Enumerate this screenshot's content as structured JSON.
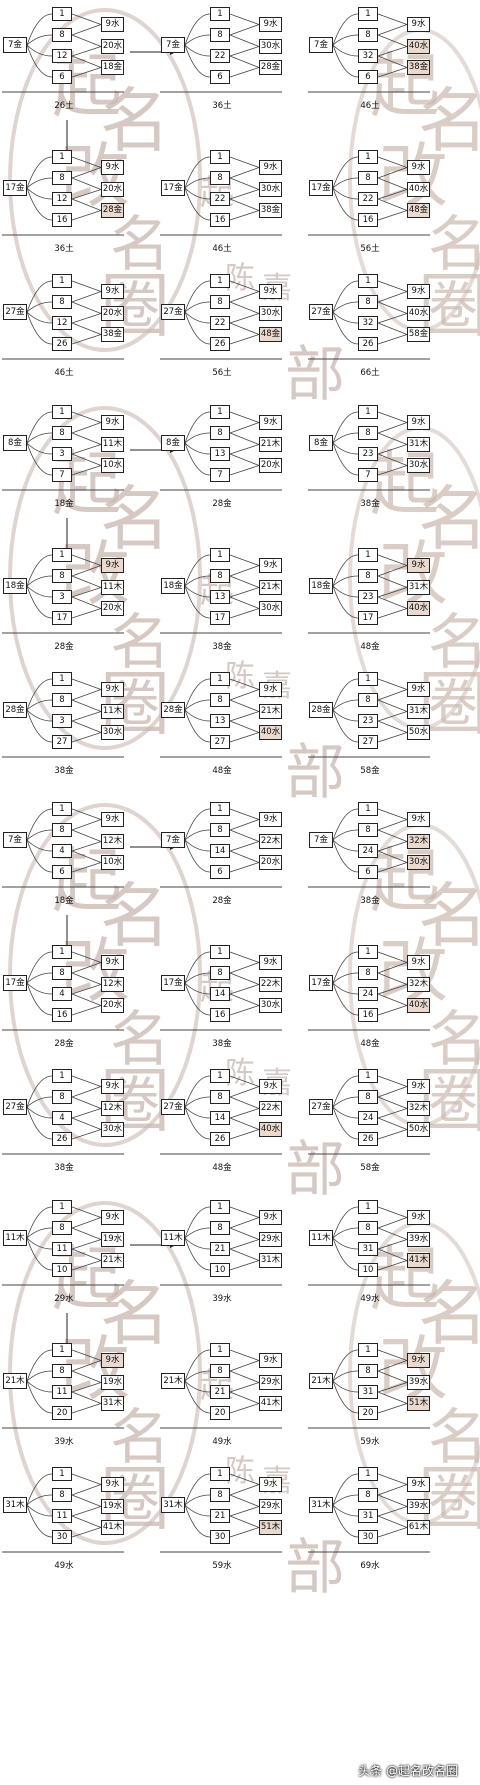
{
  "watermark": {
    "ink_color": "#c9b8af",
    "glyphs": [
      "起",
      "名",
      "改",
      "名",
      "圈",
      "起",
      "陈",
      "嘉",
      "部"
    ]
  },
  "caption": "头条 @起名改名圈",
  "arrow_note": "right arrow from first chart to second in top row of each section; down arrow from first chart to row 2 of each section",
  "sections": [
    {
      "rows": [
        [
          {
            "root": "7金",
            "nodes": [
              "1",
              "8",
              "12",
              "6"
            ],
            "outs": [
              "9水",
              "20水",
              "18金"
            ],
            "hi": [],
            "total": "26土"
          },
          {
            "root": "7金",
            "nodes": [
              "1",
              "8",
              "22",
              "6"
            ],
            "outs": [
              "9水",
              "30水",
              "28金"
            ],
            "hi": [],
            "total": "36土"
          },
          {
            "root": "7金",
            "nodes": [
              "1",
              "8",
              "32",
              "6"
            ],
            "outs": [
              "9水",
              "40水",
              "38金"
            ],
            "hi": [
              1,
              2
            ],
            "total": "46土"
          }
        ],
        [
          {
            "root": "17金",
            "nodes": [
              "1",
              "8",
              "12",
              "16"
            ],
            "outs": [
              "9水",
              "20水",
              "28金"
            ],
            "hi": [
              2
            ],
            "total": "36土"
          },
          {
            "root": "17金",
            "nodes": [
              "1",
              "8",
              "22",
              "16"
            ],
            "outs": [
              "9水",
              "30水",
              "38金"
            ],
            "hi": [],
            "total": "46土"
          },
          {
            "root": "17金",
            "nodes": [
              "1",
              "8",
              "22",
              "16"
            ],
            "outs": [
              "9水",
              "40水",
              "48金"
            ],
            "hi": [
              2
            ],
            "total": "56土"
          }
        ],
        [
          {
            "root": "27金",
            "nodes": [
              "1",
              "8",
              "12",
              "26"
            ],
            "outs": [
              "9水",
              "20水",
              "38金"
            ],
            "hi": [],
            "total": "46土"
          },
          {
            "root": "27金",
            "nodes": [
              "1",
              "8",
              "22",
              "26"
            ],
            "outs": [
              "9水",
              "30水",
              "48金"
            ],
            "hi": [
              2
            ],
            "total": "56土"
          },
          {
            "root": "27金",
            "nodes": [
              "1",
              "8",
              "32",
              "26"
            ],
            "outs": [
              "9水",
              "40水",
              "58金"
            ],
            "hi": [],
            "total": "66土"
          }
        ]
      ]
    },
    {
      "rows": [
        [
          {
            "root": "8金",
            "nodes": [
              "1",
              "8",
              "3",
              "7"
            ],
            "outs": [
              "9水",
              "11木",
              "10水"
            ],
            "hi": [],
            "total": "18金"
          },
          {
            "root": "8金",
            "nodes": [
              "1",
              "8",
              "13",
              "7"
            ],
            "outs": [
              "9水",
              "21木",
              "20水"
            ],
            "hi": [],
            "total": "28金"
          },
          {
            "root": "8金",
            "nodes": [
              "1",
              "8",
              "23",
              "7"
            ],
            "outs": [
              "9水",
              "31木",
              "30水"
            ],
            "hi": [],
            "total": "38金"
          }
        ],
        [
          {
            "root": "18金",
            "nodes": [
              "1",
              "8",
              "3",
              "17"
            ],
            "outs": [
              "9水",
              "11木",
              "20水"
            ],
            "hi": [
              0
            ],
            "total": "28金"
          },
          {
            "root": "18金",
            "nodes": [
              "1",
              "8",
              "13",
              "17"
            ],
            "outs": [
              "9水",
              "21木",
              "30水"
            ],
            "hi": [],
            "total": "38金"
          },
          {
            "root": "18金",
            "nodes": [
              "1",
              "8",
              "23",
              "17"
            ],
            "outs": [
              "9水",
              "31木",
              "40水"
            ],
            "hi": [
              0,
              2
            ],
            "total": "48金"
          }
        ],
        [
          {
            "root": "28金",
            "nodes": [
              "1",
              "8",
              "3",
              "27"
            ],
            "outs": [
              "9水",
              "11木",
              "30水"
            ],
            "hi": [],
            "total": "38金"
          },
          {
            "root": "28金",
            "nodes": [
              "1",
              "8",
              "13",
              "27"
            ],
            "outs": [
              "9水",
              "21木",
              "40水"
            ],
            "hi": [
              2
            ],
            "total": "48金"
          },
          {
            "root": "28金",
            "nodes": [
              "1",
              "8",
              "23",
              "27"
            ],
            "outs": [
              "9水",
              "31木",
              "50水"
            ],
            "hi": [],
            "total": "58金"
          }
        ]
      ]
    },
    {
      "rows": [
        [
          {
            "root": "7金",
            "nodes": [
              "1",
              "8",
              "4",
              "6"
            ],
            "outs": [
              "9水",
              "12木",
              "10水"
            ],
            "hi": [],
            "total": "18金"
          },
          {
            "root": "7金",
            "nodes": [
              "1",
              "8",
              "14",
              "6"
            ],
            "outs": [
              "9水",
              "22木",
              "20水"
            ],
            "hi": [],
            "total": "28金"
          },
          {
            "root": "7金",
            "nodes": [
              "1",
              "8",
              "24",
              "6"
            ],
            "outs": [
              "9水",
              "32木",
              "30水"
            ],
            "hi": [
              1,
              2
            ],
            "total": "38金"
          }
        ],
        [
          {
            "root": "17金",
            "nodes": [
              "1",
              "8",
              "4",
              "16"
            ],
            "outs": [
              "9水",
              "12木",
              "20水"
            ],
            "hi": [],
            "total": "28金"
          },
          {
            "root": "17金",
            "nodes": [
              "1",
              "8",
              "14",
              "16"
            ],
            "outs": [
              "9水",
              "22木",
              "30水"
            ],
            "hi": [],
            "total": "38金"
          },
          {
            "root": "17金",
            "nodes": [
              "1",
              "8",
              "24",
              "16"
            ],
            "outs": [
              "9水",
              "32木",
              "40水"
            ],
            "hi": [
              2
            ],
            "total": "48金"
          }
        ],
        [
          {
            "root": "27金",
            "nodes": [
              "1",
              "8",
              "4",
              "26"
            ],
            "outs": [
              "9水",
              "12木",
              "30水"
            ],
            "hi": [],
            "total": "38金"
          },
          {
            "root": "27金",
            "nodes": [
              "1",
              "8",
              "14",
              "26"
            ],
            "outs": [
              "9水",
              "22木",
              "40水"
            ],
            "hi": [
              2
            ],
            "total": "48金"
          },
          {
            "root": "27金",
            "nodes": [
              "1",
              "8",
              "24",
              "26"
            ],
            "outs": [
              "9水",
              "32木",
              "50水"
            ],
            "hi": [],
            "total": "58金"
          }
        ]
      ]
    },
    {
      "rows": [
        [
          {
            "root": "11木",
            "nodes": [
              "1",
              "8",
              "11",
              "10"
            ],
            "outs": [
              "9水",
              "19水",
              "21木"
            ],
            "hi": [],
            "total": "29水"
          },
          {
            "root": "11木",
            "nodes": [
              "1",
              "8",
              "21",
              "10"
            ],
            "outs": [
              "9水",
              "29水",
              "31木"
            ],
            "hi": [],
            "total": "39水"
          },
          {
            "root": "11木",
            "nodes": [
              "1",
              "8",
              "31",
              "10"
            ],
            "outs": [
              "9水",
              "39水",
              "41木"
            ],
            "hi": [
              2
            ],
            "total": "49水"
          }
        ],
        [
          {
            "root": "21木",
            "nodes": [
              "1",
              "8",
              "11",
              "20"
            ],
            "outs": [
              "9水",
              "19水",
              "31木"
            ],
            "hi": [
              0
            ],
            "total": "39水"
          },
          {
            "root": "21木",
            "nodes": [
              "1",
              "8",
              "21",
              "20"
            ],
            "outs": [
              "9水",
              "29水",
              "41木"
            ],
            "hi": [],
            "total": "49水"
          },
          {
            "root": "21木",
            "nodes": [
              "1",
              "8",
              "31",
              "20"
            ],
            "outs": [
              "9水",
              "39水",
              "51木"
            ],
            "hi": [
              0,
              2
            ],
            "total": "59水"
          }
        ],
        [
          {
            "root": "31木",
            "nodes": [
              "1",
              "8",
              "11",
              "30"
            ],
            "outs": [
              "9水",
              "19水",
              "41木"
            ],
            "hi": [],
            "total": "49水"
          },
          {
            "root": "31木",
            "nodes": [
              "1",
              "8",
              "21",
              "30"
            ],
            "outs": [
              "9水",
              "29水",
              "51木"
            ],
            "hi": [
              2
            ],
            "total": "59水"
          },
          {
            "root": "31木",
            "nodes": [
              "1",
              "8",
              "31",
              "30"
            ],
            "outs": [
              "9水",
              "39水",
              "61木"
            ],
            "hi": [],
            "total": "69水"
          }
        ]
      ]
    }
  ]
}
